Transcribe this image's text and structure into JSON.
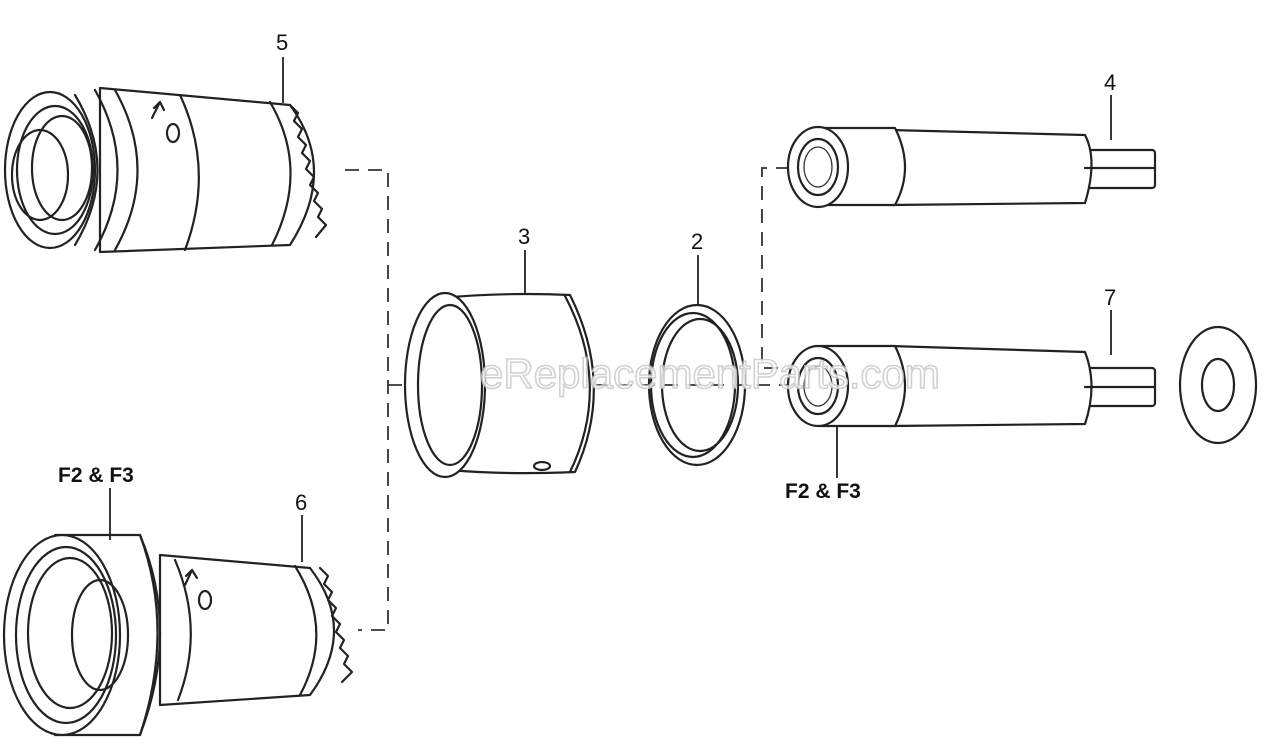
{
  "parts": [
    {
      "label": "5"
    },
    {
      "label": "4"
    },
    {
      "label": "3"
    },
    {
      "label": "2"
    },
    {
      "label": "7"
    },
    {
      "label": "6"
    }
  ],
  "variant_notes": [
    {
      "text": "F2 & F3"
    },
    {
      "text": "F2 & F3"
    }
  ],
  "watermark": "eReplacementParts.com"
}
